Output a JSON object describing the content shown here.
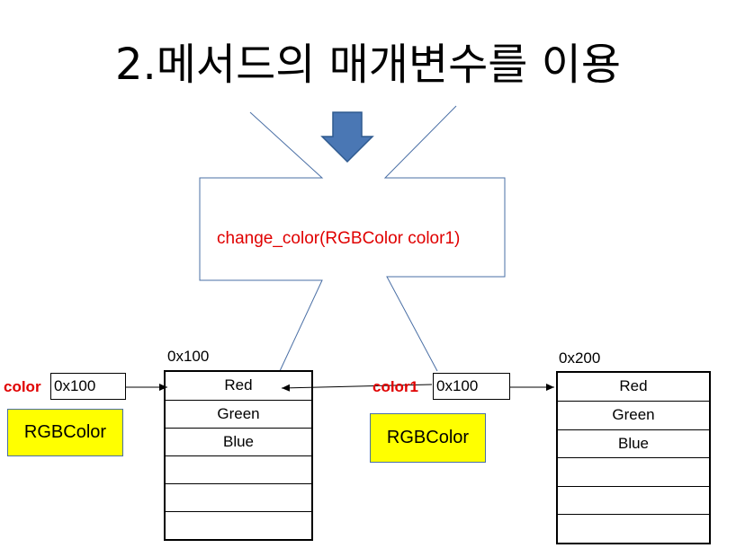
{
  "title": "2.메서드의 매개변수를 이용",
  "callout": {
    "text": "change_color(RGBColor color1)"
  },
  "left": {
    "var_name": "color",
    "pointer": "0x100",
    "type": "RGBColor",
    "address": "0x100",
    "fields": [
      "Red",
      "Green",
      "Blue",
      "",
      "",
      ""
    ]
  },
  "right": {
    "var_name": "color1",
    "pointer": "0x100",
    "type": "RGBColor",
    "address": "0x200",
    "fields": [
      "Red",
      "Green",
      "Blue",
      "",
      "",
      ""
    ]
  },
  "colors": {
    "accent_red": "#e00000",
    "type_box": "#ffff00",
    "arrow_blue": "#4a77b4",
    "callout_line": "#4a6fa5"
  }
}
